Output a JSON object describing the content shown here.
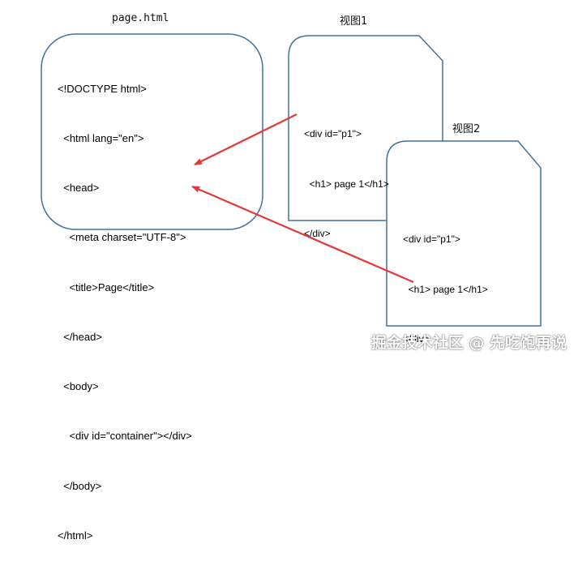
{
  "page": {
    "title": "page.html",
    "code": [
      "<!DOCTYPE html>",
      "  <html lang=\"en\">",
      "  <head>",
      "    <meta charset=\"UTF-8\">",
      "    <title>Page</title>",
      "  </head>",
      "  <body>",
      "    <div id=\"container\"></div>",
      "  </body>",
      "</html>"
    ]
  },
  "view1": {
    "title": "视图1",
    "code": [
      "<div id=\"p1\">",
      "  <h1> page 1</h1>",
      "</div>"
    ]
  },
  "view2": {
    "title": "视图2",
    "code": [
      "<div id=\"p1\">",
      "  <h1> page 1</h1>",
      "</div>"
    ]
  },
  "colors": {
    "box_stroke": "#41719c",
    "arrow": "#e0393b"
  },
  "watermark": "掘金技术社区 @ 先吃饱再说"
}
